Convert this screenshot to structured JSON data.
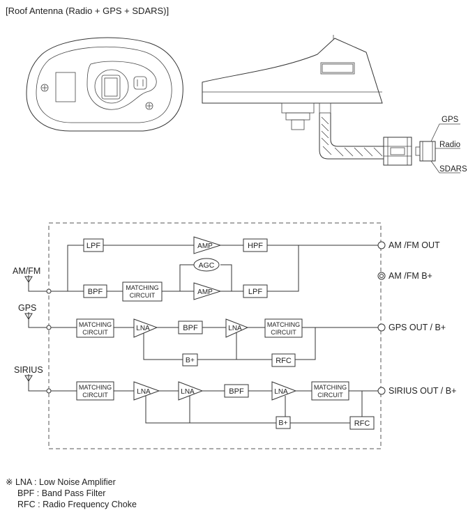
{
  "title": "[Roof Antenna (Radio + GPS + SDARS)]",
  "connector_labels": {
    "gps": "GPS",
    "radio": "Radio",
    "sdars": "SDARS"
  },
  "inputs": {
    "amfm": "AM/FM",
    "gps": "GPS",
    "sirius": "SIRIUS"
  },
  "outputs": {
    "amfm_out": "AM /FM OUT",
    "amfm_b": "AM /FM B+",
    "gps_out": "GPS OUT / B+",
    "sirius_out": "SIRIUS OUT / B+"
  },
  "blocks": {
    "lpf": "LPF",
    "bpf": "BPF",
    "hpf": "HPF",
    "amp": "AMP",
    "agc": "AGC",
    "lna": "LNA",
    "bplus": "B+",
    "rfc": "RFC",
    "matching_line1": "MATCHING",
    "matching_line2": "CIRCUIT"
  },
  "legend": {
    "line1": "※ LNA : Low Noise Amplifier",
    "line2": "BPF : Band Pass Filter",
    "line3": "RFC : Radio Frequency Choke"
  }
}
